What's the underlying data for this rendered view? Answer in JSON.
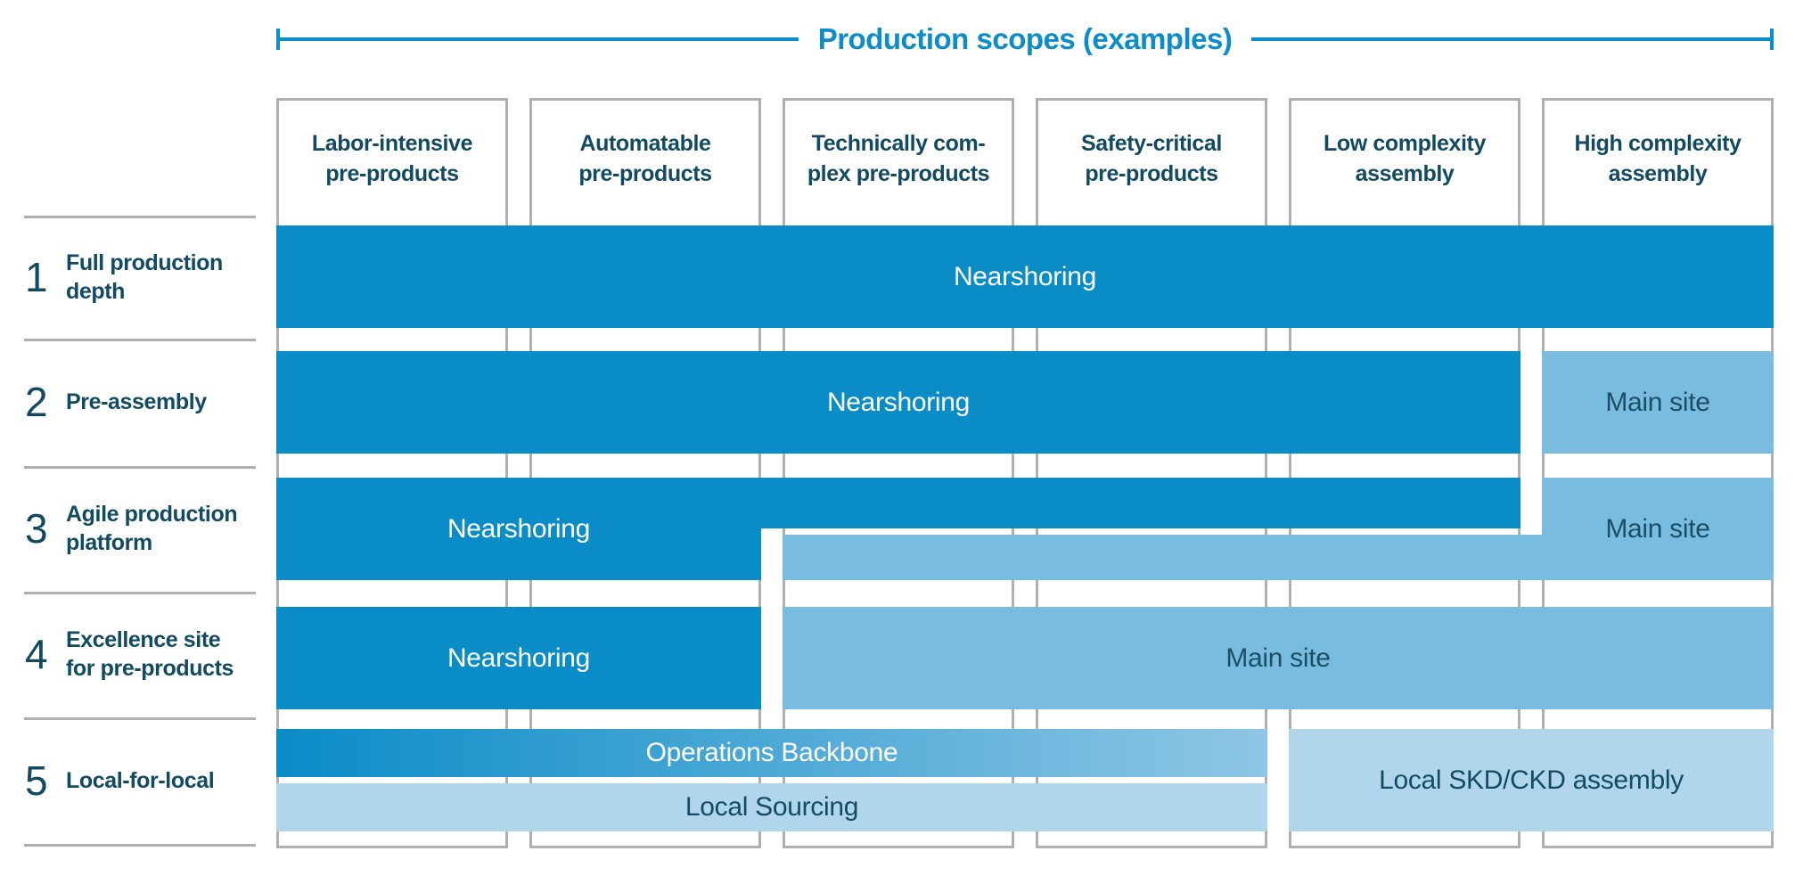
{
  "title": "Production scopes (examples)",
  "columns": [
    {
      "label": "Labor-intensive\npre-products"
    },
    {
      "label": "Automatable\npre-products"
    },
    {
      "label": "Technically com-\nplex pre-products"
    },
    {
      "label": "Safety-critical\npre-products"
    },
    {
      "label": "Low complexity\nassembly"
    },
    {
      "label": "High complexity\nassembly"
    }
  ],
  "rows": [
    {
      "num": "1",
      "label": "Full production\ndepth"
    },
    {
      "num": "2",
      "label": "Pre-assembly"
    },
    {
      "num": "3",
      "label": "Agile production\nplatform"
    },
    {
      "num": "4",
      "label": "Excellence site\nfor pre-products"
    },
    {
      "num": "5",
      "label": "Local-for-local"
    }
  ],
  "bars": {
    "row1_nearshoring": "Nearshoring",
    "row2_nearshoring": "Nearshoring",
    "row2_main_site": "Main site",
    "row3_nearshoring": "Nearshoring",
    "row3_main_site": "Main site",
    "row4_nearshoring": "Nearshoring",
    "row4_main_site": "Main site",
    "row5_operations_backbone": "Operations Backbone",
    "row5_local_sourcing": "Local Sourcing",
    "row5_local_skd_ckd": "Local SKD/CKD assembly"
  },
  "colors": {
    "dark_blue": "#0A8CC7",
    "light_blue": "#7ABCE0",
    "pale_blue": "#AFD6EB",
    "title_blue": "#0C8CC9",
    "navy_text": "#114A63",
    "border_gray": "#B0B0B0"
  }
}
